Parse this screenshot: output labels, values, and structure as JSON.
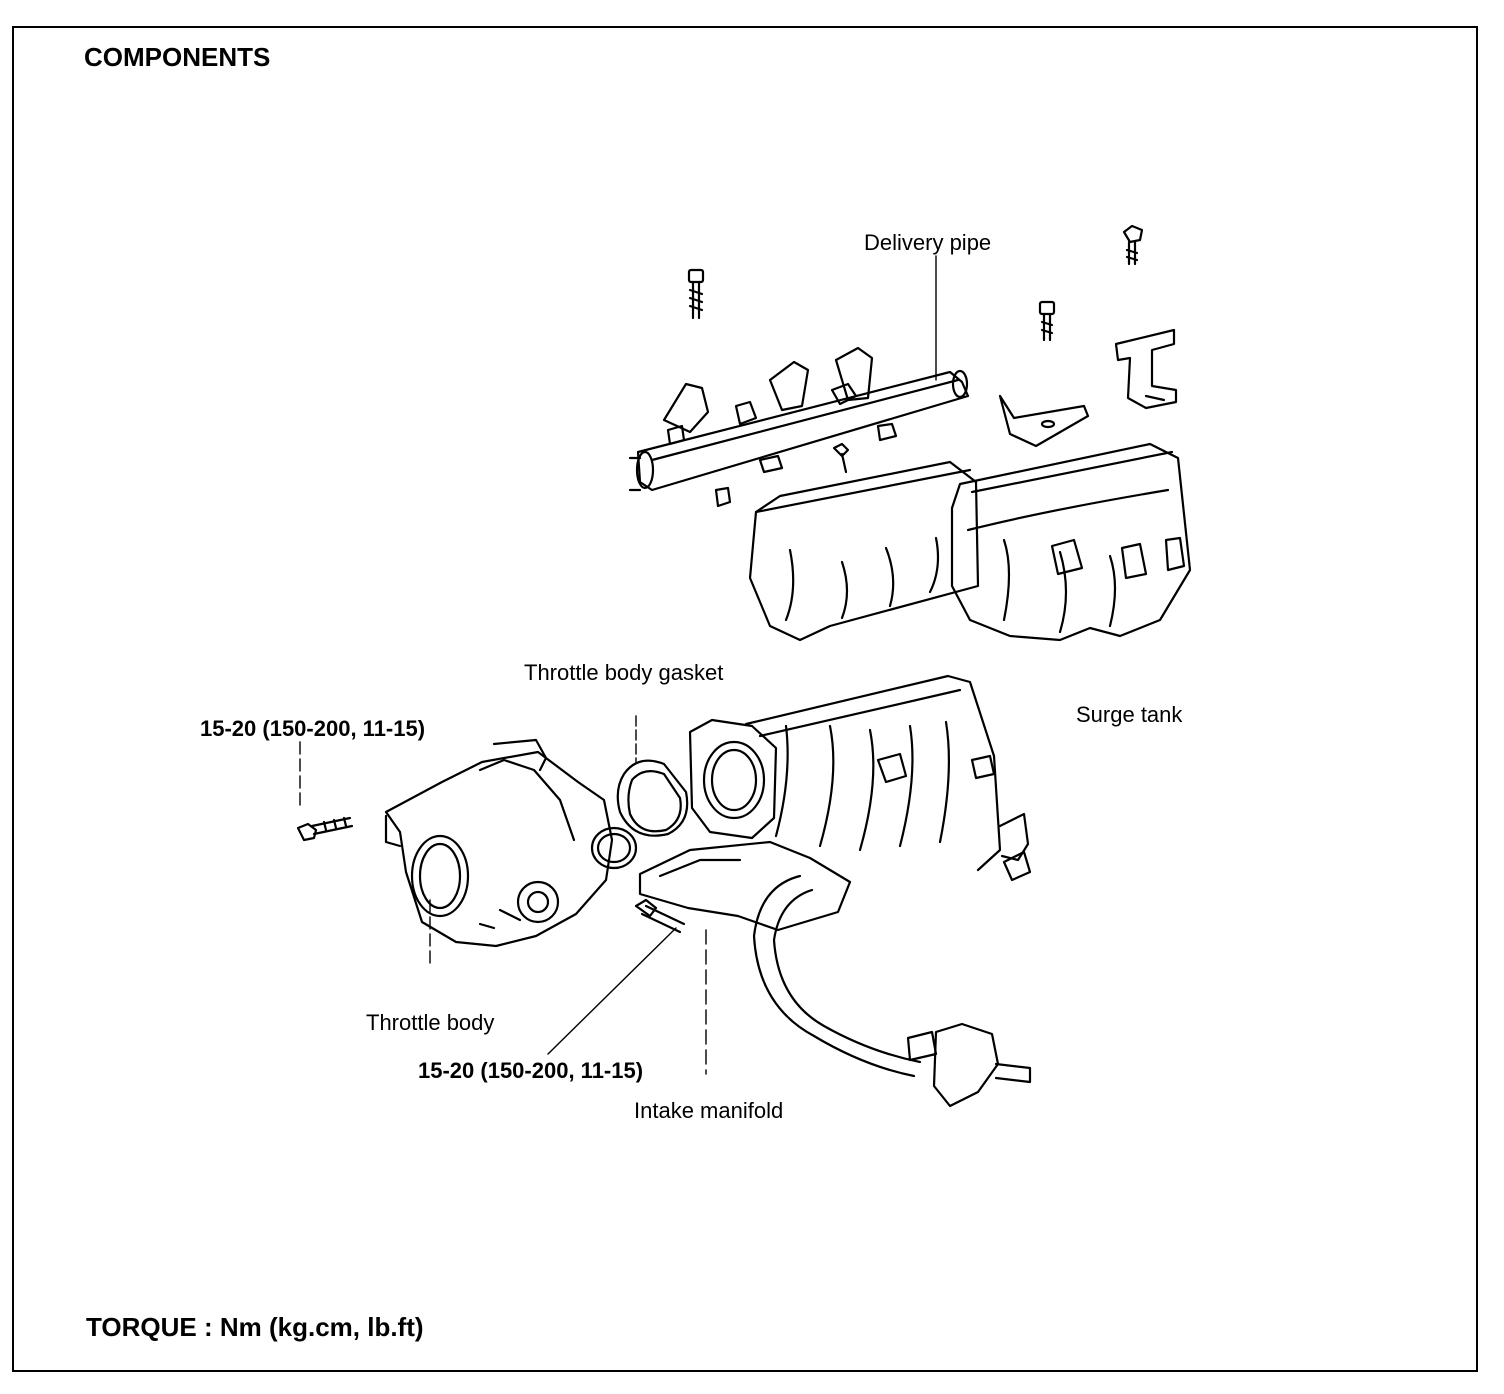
{
  "title": "COMPONENTS",
  "footer": "TORQUE : Nm (kg.cm, lb.ft)",
  "labels": {
    "delivery_pipe": "Delivery pipe",
    "throttle_body_gasket": "Throttle body gasket",
    "surge_tank": "Surge tank",
    "torque_top": "15-20 (150-200, 11-15)",
    "throttle_body": "Throttle body",
    "torque_bottom": "15-20 (150-200, 11-15)",
    "intake_manifold": "Intake manifold"
  }
}
